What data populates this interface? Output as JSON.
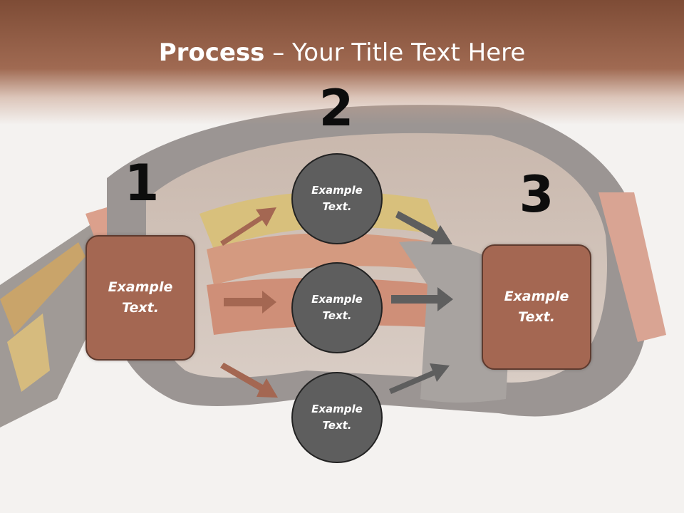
{
  "title": {
    "bold": "Process",
    "rest": " – Your Title Text Here"
  },
  "steps": [
    {
      "number": "1",
      "text": "Example Text."
    },
    {
      "number": "2",
      "items": [
        "Example Text.",
        "Example Text.",
        "Example Text."
      ]
    },
    {
      "number": "3",
      "text": "Example Text."
    }
  ],
  "colors": {
    "header": "#8e5740",
    "box_fill": "#a46752",
    "circle_fill": "#5e5e5e",
    "arrow_left": "#a46752",
    "arrow_right": "#5e5e5e"
  }
}
